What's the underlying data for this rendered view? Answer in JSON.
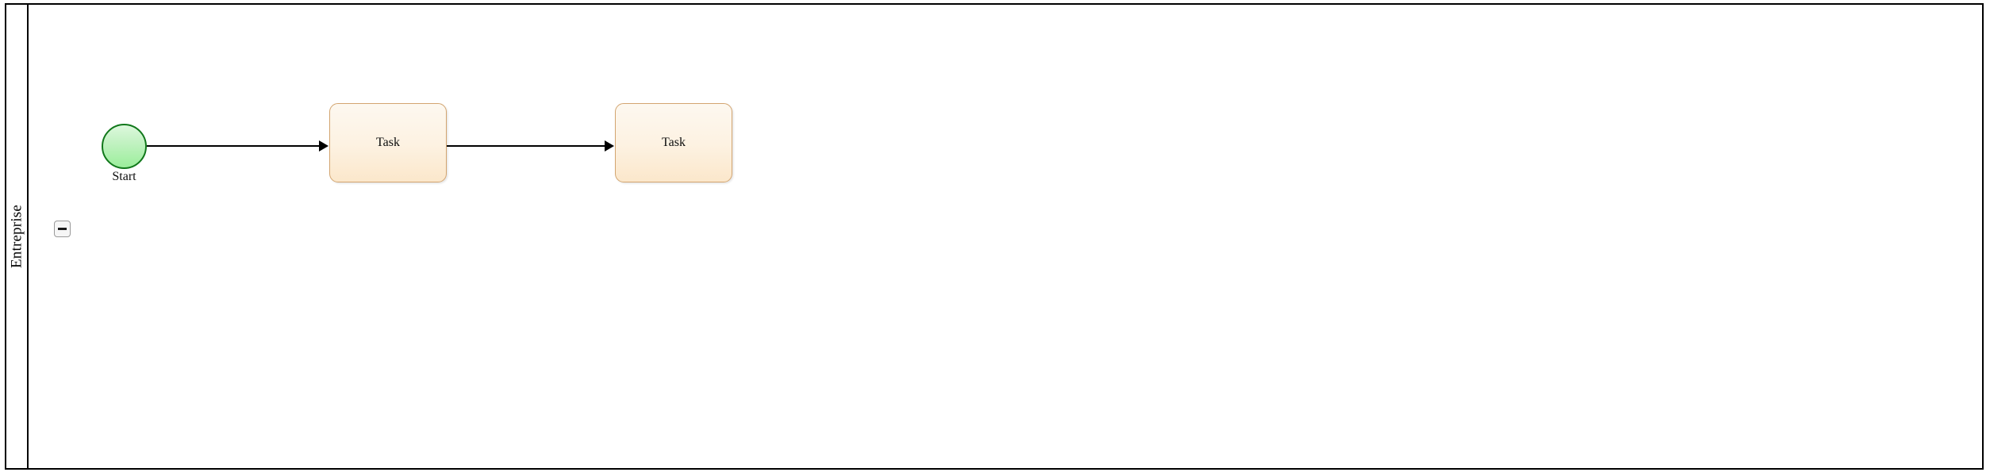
{
  "diagram": {
    "type": "bpmn-process",
    "pool": {
      "name": "Entreprise",
      "collapse_button": {
        "icon": "minus-icon",
        "label": "−",
        "state": "expanded"
      }
    },
    "nodes": [
      {
        "id": "start-event",
        "type": "start-event",
        "label": "Start",
        "shape": "circle",
        "fill": "#c4f2c4",
        "stroke": "#11781b"
      },
      {
        "id": "task-1",
        "type": "task",
        "label": "Task",
        "shape": "rounded-rect",
        "fill": "#fdf2e2",
        "stroke": "#d3a570"
      },
      {
        "id": "task-2",
        "type": "task",
        "label": "Task",
        "shape": "rounded-rect",
        "fill": "#fdf2e2",
        "stroke": "#d3a570"
      }
    ],
    "flows": [
      {
        "id": "flow-1",
        "type": "sequence-flow",
        "from": "start-event",
        "to": "task-1",
        "stroke": "#000000"
      },
      {
        "id": "flow-2",
        "type": "sequence-flow",
        "from": "task-1",
        "to": "task-2",
        "stroke": "#000000"
      }
    ],
    "colors": {
      "pool_border": "#000000",
      "canvas_background": "#ffffff",
      "task_border": "#d3a570",
      "start_border": "#11781b",
      "flow_line": "#000000",
      "collapse_border": "#9a9a9a",
      "collapse_fill": "#f6f6f6"
    }
  }
}
